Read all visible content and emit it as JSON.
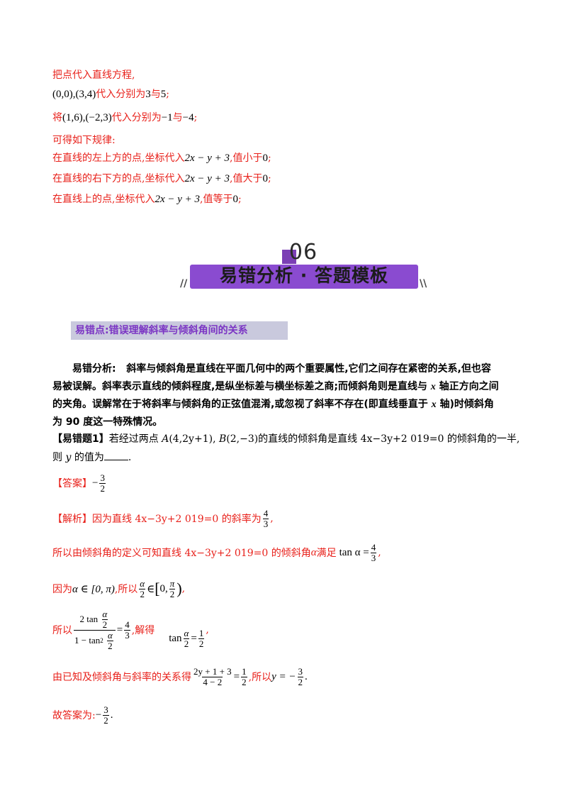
{
  "rules": {
    "line1": "把点代入直线方程,",
    "line2_pts": "(0,0),(3,4)",
    "line2_text": "代入分别为",
    "line2_v1": "3",
    "line2_and": "与",
    "line2_v2": "5",
    "line2_end": ";",
    "line3_pre": "将",
    "line3_pts": "(1,6),(−2,3)",
    "line3_text": "代入分别为",
    "line3_v1": "−1",
    "line3_and": "与",
    "line3_v2": "−4",
    "line3_end": ";",
    "line4": "可得如下规律:",
    "line5_pre": "在直线的左上方的点,坐标代入",
    "expr": "2x − y + 3",
    "line5_post": ",值小于",
    "zero": "0",
    "semi": ";",
    "line6_pre": "在直线的右下方的点,坐标代入",
    "line6_post": ",值大于",
    "line7_pre": "在直线上的点,坐标代入",
    "line7_post": ",值等于"
  },
  "banner": {
    "number": "06",
    "title": "易错分析 · 答题模板"
  },
  "section": {
    "tag": "易错点:错误理解斜率与倾斜角间的关系",
    "analysis_label": "易错分析:",
    "analysis_1": "斜率与倾斜角是直线在平面几何中的两个重要属性,它们之间存在紧密的关系,但也容",
    "analysis_2a": "易被误解。斜率表示直线的倾斜程度,是纵坐标差与横坐标差之商;而倾斜角则是直线与",
    "analysis_x": "x",
    "analysis_2b": "轴正方向之间",
    "analysis_3a": "的夹角。误解常在于将斜率与倾斜角的正弦值混淆,或忽视了斜率不存在(即直线垂直于",
    "analysis_3b": "轴)时倾斜角",
    "analysis_4": "为 90 度这一特殊情况。"
  },
  "question": {
    "label": "【易错题1】",
    "text_1": "若经过两点",
    "A": "A",
    "a_coords": "(4,2y+1),",
    "B": "B",
    "b_coords": "(2,−3)的直线的倾斜角是直线 4x−3y+2 019=0 的倾斜角的一半,",
    "text_2a": "则",
    "y": "y",
    "text_2b": "的值为",
    "text_2c": "."
  },
  "answer": {
    "label": "【答案】",
    "minus": "−",
    "num": "3",
    "den": "2"
  },
  "solution": {
    "label": "【解析】",
    "s1_text": "因为直线 4x−3y+2 019=0 的斜率为",
    "s1_num": "4",
    "s1_den": "3",
    "s1_end": ",",
    "s2_text": "所以由倾斜角的定义可知直线 4x−3y+2 019=0 的倾斜角",
    "alpha": "α",
    "s2_mid": "满足",
    "s2_tan": "tan α =",
    "s2_end": ",",
    "s3_pre": "因为",
    "s3_range": "α ∈ [0, π)",
    "s3_mid": ",所以",
    "s3_in": "∈",
    "s3_zero": "0,",
    "pi": "π",
    "two": "2",
    "s3_end": ",",
    "s4_pre": "所以",
    "s4_num": "2 tan",
    "s4_den": "1 − tan",
    "s4_sup": "2",
    "s4_eq": "=",
    "s4_mid": ",解得",
    "s4_tan": "tan",
    "one": "1",
    "s4_end": ",",
    "s5_pre": "由已知及倾斜角与斜率的关系得",
    "s5_num": "2y + 1 + 3",
    "s5_den": "4 − 2",
    "s5_mid": ",所以",
    "s5_y": "y = −",
    "three": "3",
    "s5_end": ".",
    "s6_pre": "故答案为:",
    "s6_end": "."
  }
}
